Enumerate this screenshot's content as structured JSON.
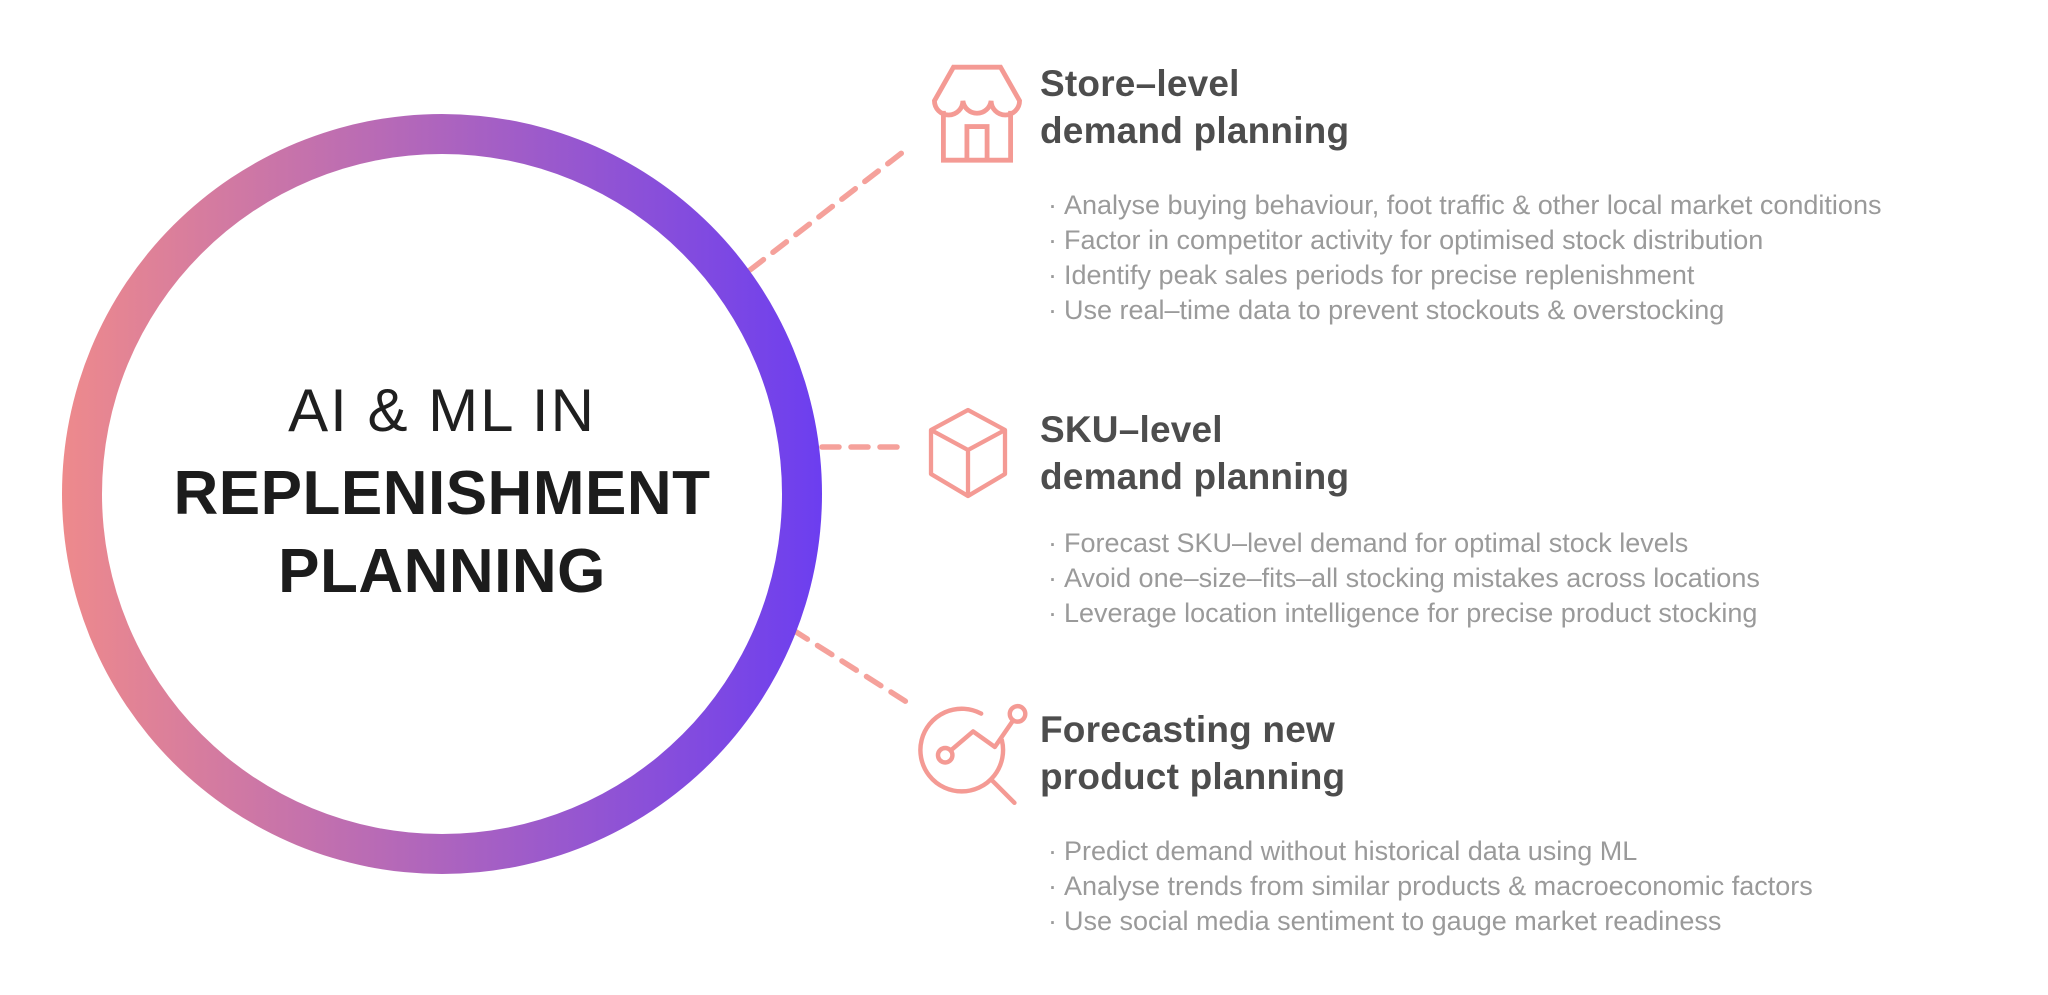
{
  "colors": {
    "gradient_left": "#EE8A8C",
    "gradient_right": "#6C3EF0",
    "icon_salmon": "#F49A94",
    "connector_salmon": "#F5A19B",
    "heading_gray": "#4D4D4D",
    "body_gray": "#9A9A9A",
    "title_black": "#1C1C1C"
  },
  "bullet_char": "·",
  "center": {
    "line1": "AI & ML IN",
    "line2": "REPLENISHMENT",
    "line3": "PLANNING"
  },
  "sections": [
    {
      "id": "store-level",
      "icon": "storefront-icon",
      "title_line1": "Store–level",
      "title_line2": "demand planning",
      "bullets": [
        "Analyse buying behaviour, foot traffic & other local market conditions",
        "Factor in competitor activity for optimised stock distribution",
        "Identify peak sales periods for precise replenishment",
        "Use real–time data to prevent stockouts & overstocking"
      ]
    },
    {
      "id": "sku-level",
      "icon": "cube-icon",
      "title_line1": "SKU–level",
      "title_line2": "demand planning",
      "bullets": [
        "Forecast SKU–level demand for optimal stock levels",
        "Avoid one–size–fits–all stocking mistakes across locations",
        "Leverage location intelligence for precise product stocking"
      ]
    },
    {
      "id": "forecasting-new-product",
      "icon": "trend-forecast-icon",
      "title_line1": "Forecasting new",
      "title_line2": "product planning",
      "bullets": [
        "Predict demand without historical data using ML",
        "Analyse trends from similar products & macroeconomic factors",
        "Use social media sentiment to gauge market readiness"
      ]
    }
  ]
}
